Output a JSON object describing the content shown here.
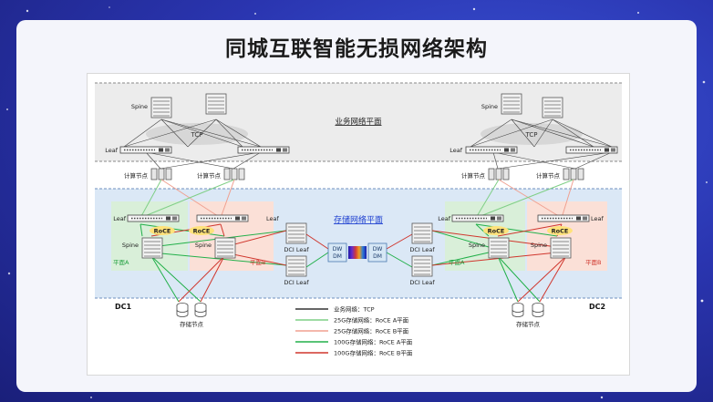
{
  "title": "同城互联智能无损网络架构",
  "planes": {
    "business": "业务网络平面",
    "storage": "存储网络平面"
  },
  "labels": {
    "spine": "Spine",
    "leaf": "Leaf",
    "tcp": "TCP",
    "compute": "计算节点",
    "roce": "RoCE",
    "plane_a": "平面A",
    "plane_b": "平面B",
    "dci_leaf": "DCI Leaf",
    "dwdm_line1": "DW",
    "dwdm_line2": "DM",
    "storage_node": "存储节点",
    "dc1": "DC1",
    "dc2": "DC2"
  },
  "legend": [
    {
      "label": "业务网络：TCP",
      "color": "#333333"
    },
    {
      "label": "25G存储网络：RoCE A平面",
      "color": "#7fcf86"
    },
    {
      "label": "25G存储网络：RoCE B平面",
      "color": "#f0a090"
    },
    {
      "label": "100G存储网络：RoCE A平面",
      "color": "#22b04a"
    },
    {
      "label": "100G存储网络：RoCE B平面",
      "color": "#d0362d"
    }
  ],
  "colors": {
    "background": "#2a35b0",
    "storage_plane": "#dbe8f6",
    "business_plane": "#ececec",
    "plane_a": "#d9efd9",
    "plane_b": "#fbe0d7",
    "roce_fill": "#ffe27a",
    "title_link": "#1e3fd0"
  }
}
